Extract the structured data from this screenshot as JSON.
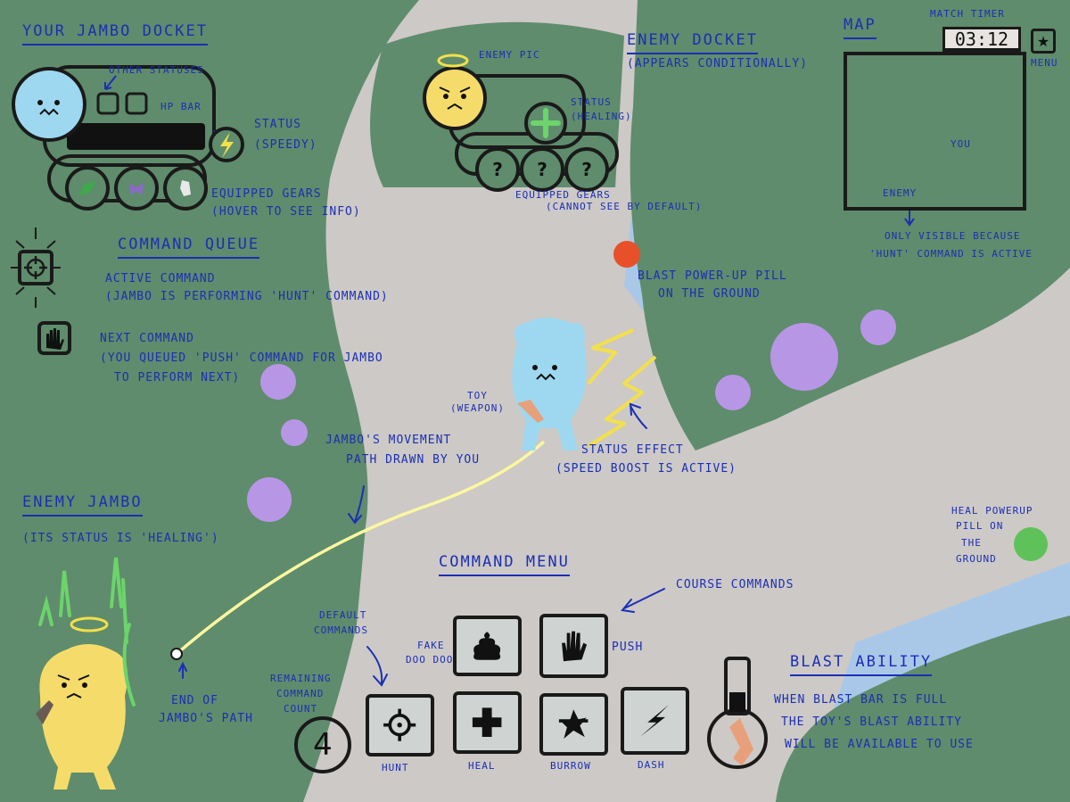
{
  "docket": {
    "title": "YOUR JAMBO DOCKET",
    "other_statuses": "OTHER STATUSES",
    "hp_bar": "HP BAR",
    "status_line1": "STATUS",
    "status_line2": "(SPEEDY)",
    "gears_line1": "EQUIPPED GEARS",
    "gears_line2": "(HOVER TO SEE INFO)"
  },
  "queue": {
    "title": "COMMAND QUEUE",
    "active_line1": "ACTIVE COMMAND",
    "active_line2": "(JAMBO IS PERFORMING 'HUNT' COMMAND)",
    "next_line1": "NEXT COMMAND",
    "next_line2": "(YOU QUEUED 'PUSH' COMMAND FOR JAMBO",
    "next_line3": "TO PERFORM NEXT)"
  },
  "enemy_docket": {
    "title": "ENEMY DOCKET",
    "subtitle": "(APPEARS CONDITIONALLY)",
    "pic_label": "ENEMY PIC",
    "status_line1": "STATUS",
    "status_line2": "(HEALING)",
    "gears_line1": "EQUIPPED GEARS",
    "gears_line2": "(CANNOT SEE BY DEFAULT)",
    "gear_placeholder": "?"
  },
  "map": {
    "title": "MAP",
    "timer_label": "MATCH TIMER",
    "timer_value": "03:12",
    "menu_label": "MENU",
    "menu_icon": "★",
    "you_label": "YOU",
    "enemy_label": "ENEMY",
    "note_line1": "ONLY VISIBLE BECAUSE",
    "note_line2": "'HUNT' COMMAND IS ACTIVE"
  },
  "field": {
    "blast_pill_line1": "BLAST POWER-UP PILL",
    "blast_pill_line2": "ON THE GROUND",
    "toy_line1": "TOY",
    "toy_line2": "(WEAPON)",
    "status_effect_line1": "STATUS EFFECT",
    "status_effect_line2": "(SPEED BOOST IS ACTIVE)",
    "path_line1": "JAMBO'S MOVEMENT",
    "path_line2": "PATH DRAWN BY YOU",
    "enemy_title": "ENEMY JAMBO",
    "enemy_status": "(ITS STATUS IS 'HEALING')",
    "end_line1": "END OF",
    "end_line2": "JAMBO'S PATH",
    "heal_pill_line1": "HEAL POWERUP",
    "heal_pill_line2": "PILL ON",
    "heal_pill_line3": "THE",
    "heal_pill_line4": "GROUND"
  },
  "command_menu": {
    "title": "COMMAND MENU",
    "course_commands": "COURSE COMMANDS",
    "default_line1": "DEFAULT",
    "default_line2": "COMMANDS",
    "remaining_line1": "REMAINING",
    "remaining_line2": "COMMAND",
    "remaining_line3": "COUNT",
    "remaining_count": "4",
    "fake_line1": "FAKE",
    "fake_line2": "DOO DOO",
    "push": "PUSH",
    "hunt": "HUNT",
    "heal": "HEAL",
    "burrow": "BURROW",
    "dash": "DASH"
  },
  "blast": {
    "title": "BLAST ABILITY",
    "line1": "WHEN BLAST BAR IS FULL",
    "line2": "THE TOY'S BLAST ABILITY",
    "line3": "WILL BE AVAILABLE TO USE"
  },
  "colors": {
    "grass": "#5f8c6c",
    "ground": "#cdc9c6",
    "water": "#a9c8e8",
    "annotation": "#1b2fb5",
    "player": "#9dd8f0",
    "enemy": "#f5dc6a",
    "pill_purple": "#b896e6",
    "pill_blast": "#e8502a",
    "pill_heal": "#5fc15a",
    "path": "#fbf7a0"
  }
}
